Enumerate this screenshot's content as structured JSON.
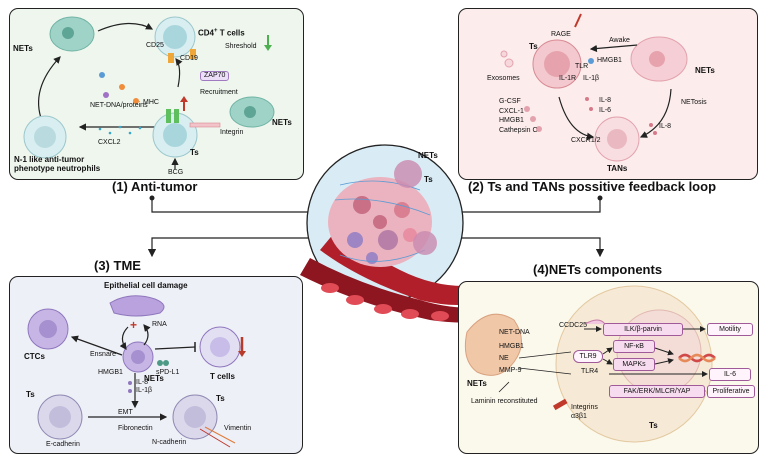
{
  "panel1": {
    "title": "(1) Anti-tumor",
    "nets": "NETs",
    "cd4": "CD4",
    "cd4_sup": "+",
    "cd4_rest": " T cells",
    "cd25": "CD25",
    "cd19": "CD19",
    "shreshold": "Shreshold",
    "zap70": "ZAP70",
    "recruitment": "Recruitment",
    "mhc": "MHC",
    "net_dna": "NET-DNA/proteins",
    "nets2": "NETs",
    "integrin": "Integrin",
    "cxcl2": "CXCL2",
    "ts": "Ts",
    "bcg": "BCG",
    "n1_line1": "N-1 like anti-tumor",
    "n1_line2": "phenotype neutrophils"
  },
  "panel2": {
    "title": "(2) Ts and TANs possitive feedback loop",
    "rage": "RAGE",
    "ts": "Ts",
    "awake": "Awake",
    "hmgb1": "HMGB1",
    "tlr": "TLR",
    "il1r": "IL-1R",
    "il1b": "IL-1β",
    "exosomes": "Exosomes",
    "nets": "NETs",
    "netosis": "NETosis",
    "factors": [
      "G-CSF",
      "CXCL-1",
      "HMGB1",
      "Cathepsin C"
    ],
    "il8a": "IL-8",
    "il6": "IL-6",
    "il8b": "IL-8",
    "cxcr": "CXCR1/2",
    "tans": "TANs"
  },
  "center": {
    "nets": "NETs",
    "ts": "Ts"
  },
  "panel3": {
    "title": "(3) TME",
    "epithelial": "Epithelial cell damage",
    "rna": "RNA",
    "plus": "+",
    "ctcs": "CTCs",
    "ensnare": "Ensnare",
    "hmgb1": "HMGB1",
    "nets": "NETs",
    "spdl1": "sPD-L1",
    "tcells": "T cells",
    "il8": "IL-8",
    "il1b": "IL-1β",
    "ts1": "Ts",
    "ts2": "Ts",
    "emt": "EMT",
    "fibronectin": "Fibronectin",
    "vimentin": "Vimentin",
    "ecad": "E-cadherin",
    "ncad": "N-cadherin"
  },
  "panel4": {
    "title": "(4)NETs components",
    "net_dna": "NET-DNA",
    "hmgb1": "HMGB1",
    "ne": "NE",
    "mmp9": "MMP-9",
    "nets": "NETs",
    "laminin": "Laminin reconstituted",
    "ccdc25": "CCDC25",
    "ilk": "ILK/β-parvin",
    "motility": "Motility",
    "tlr9": "TLR9",
    "nfkb": "NF-κB",
    "mapks": "MAPKs",
    "tlr4": "TLR4",
    "il6": "IL-6",
    "fak": "FAK/ERK/MLCR/YAP",
    "proliferative": "Proliferative",
    "integrins": "Integrins",
    "a3b1": "α3β1",
    "ts": "Ts"
  },
  "colors": {
    "panel1_bg": "#eef6ee",
    "panel2_bg": "#fcecec",
    "panel3_bg": "#eef0f7",
    "panel4_bg": "#fbf8ec",
    "nets_teal": "#9fd3c7",
    "tumor_pink": "#e9a9b4",
    "ctc_purple": "#b9a2dd",
    "box_pink": "#f7dcef",
    "arrow_red": "#c0392b",
    "arrow_green": "#4caf50"
  }
}
